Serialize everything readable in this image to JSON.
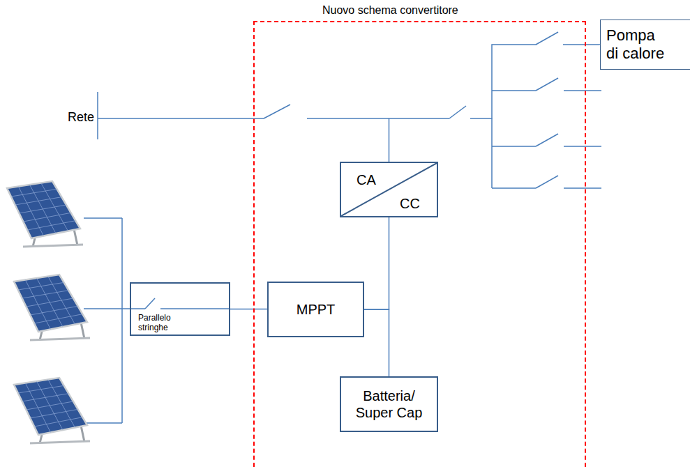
{
  "diagram": {
    "nodes": [
      {
        "text": [
          "Nuovo schema convertitore"
        ]
      },
      {
        "text": [
          "Pompa di calore"
        ]
      },
      {
        "text": [
          "CA",
          "CC"
        ],
        "in": 0
      },
      {
        "text": [
          "Parallelo stringhe"
        ]
      },
      {
        "text": [
          "MPPT"
        ],
        "in": 0
      },
      {
        "text": [
          "Batteria/ Super Cap"
        ],
        "in": 0
      }
    ],
    "edges": [
      {
        "from": 3,
        "to": 4,
        "arrow": "none"
      },
      {
        "from": 4,
        "to": 2,
        "arrow": "none"
      },
      {
        "from": 4,
        "to": 5,
        "arrow": "none"
      },
      {
        "from": 2,
        "to": 1,
        "arrow": "none"
      }
    ],
    "labels": [
      "Rete"
    ]
  }
}
